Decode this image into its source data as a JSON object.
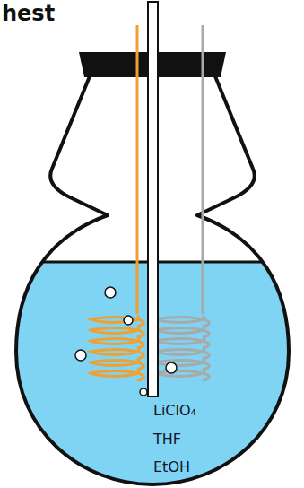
{
  "diagram": {
    "labels": [
      "hest",
      "LiClO₄",
      "THF",
      "EtOH"
    ]
  }
}
